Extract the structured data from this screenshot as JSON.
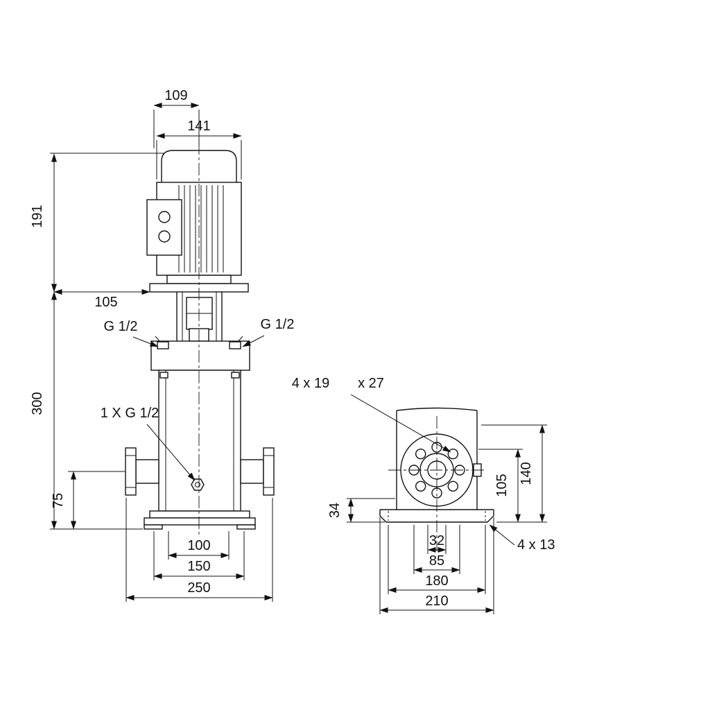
{
  "front_view": {
    "d109": "109",
    "d141": "141",
    "d191": "191",
    "d105": "105",
    "plug_left": "G 1/2",
    "plug_right": "G 1/2",
    "d300": "300",
    "drain_port": "1 X G 1/2",
    "d75": "75",
    "d100": "100",
    "d150": "150",
    "d250": "250"
  },
  "side_view": {
    "flange_holes": "4 x 19",
    "flange_hole_depth": "x 27",
    "d34": "34",
    "d105": "105",
    "d140": "140",
    "d32": "32",
    "d85": "85",
    "d180": "180",
    "d210": "210",
    "base_holes": "4 x 13"
  },
  "colors": {
    "ink": "#111111",
    "paper": "#ffffff"
  }
}
